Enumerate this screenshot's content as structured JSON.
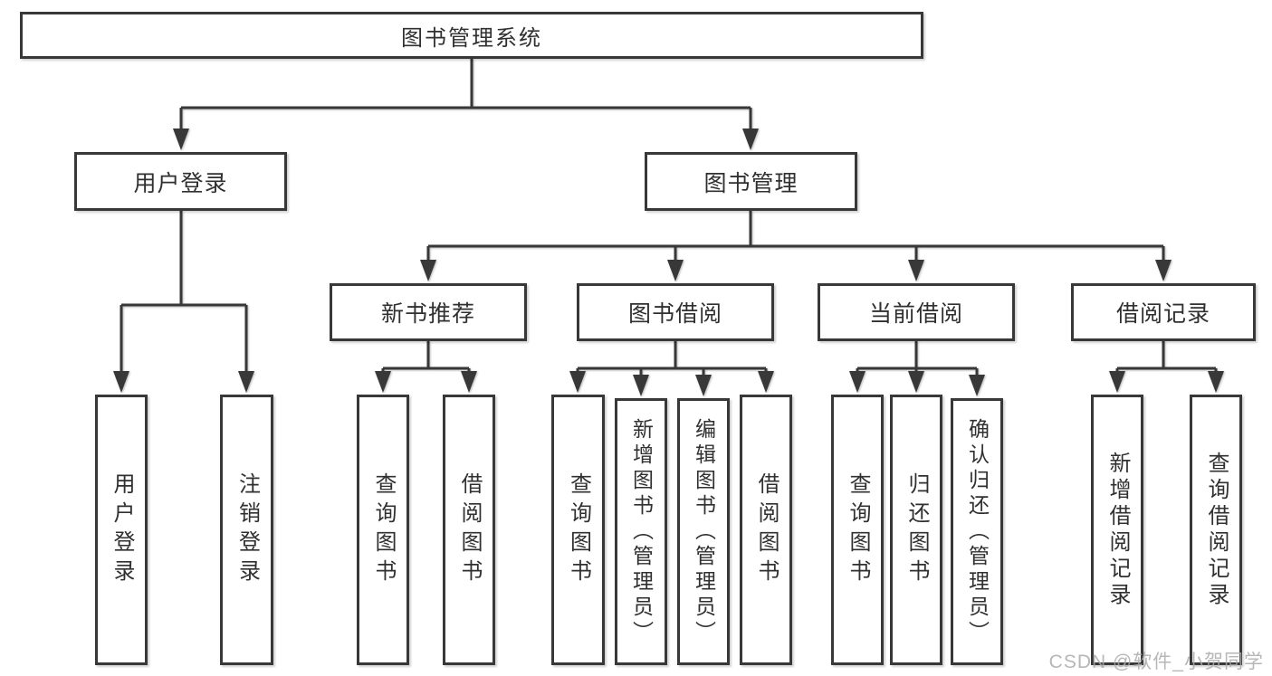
{
  "diagram_title": "图书管理系统",
  "tree": {
    "label": "图书管理系统",
    "children": [
      {
        "label": "用户登录",
        "children": [
          {
            "label": "用户登录"
          },
          {
            "label": "注销登录"
          }
        ]
      },
      {
        "label": "图书管理",
        "children": [
          {
            "label": "新书推荐",
            "children": [
              {
                "label": "查询图书"
              },
              {
                "label": "借阅图书"
              }
            ]
          },
          {
            "label": "图书借阅",
            "children": [
              {
                "label": "查询图书"
              },
              {
                "label": "新增图书（管理员）"
              },
              {
                "label": "编辑图书（管理员）"
              },
              {
                "label": "借阅图书"
              }
            ]
          },
          {
            "label": "当前借阅",
            "children": [
              {
                "label": "查询图书"
              },
              {
                "label": "归还图书"
              },
              {
                "label": "确认归还（管理员）"
              }
            ]
          },
          {
            "label": "借阅记录",
            "children": [
              {
                "label": "新增借阅记录"
              },
              {
                "label": "查询借阅记录"
              }
            ]
          }
        ]
      }
    ]
  },
  "watermark": {
    "text": "CSDN @软件_小贺同学"
  },
  "colors": {
    "line": "#383838",
    "box_border": "#383838",
    "text": "#303030",
    "background": "#ffffff",
    "watermark": "#aaaaaa"
  }
}
